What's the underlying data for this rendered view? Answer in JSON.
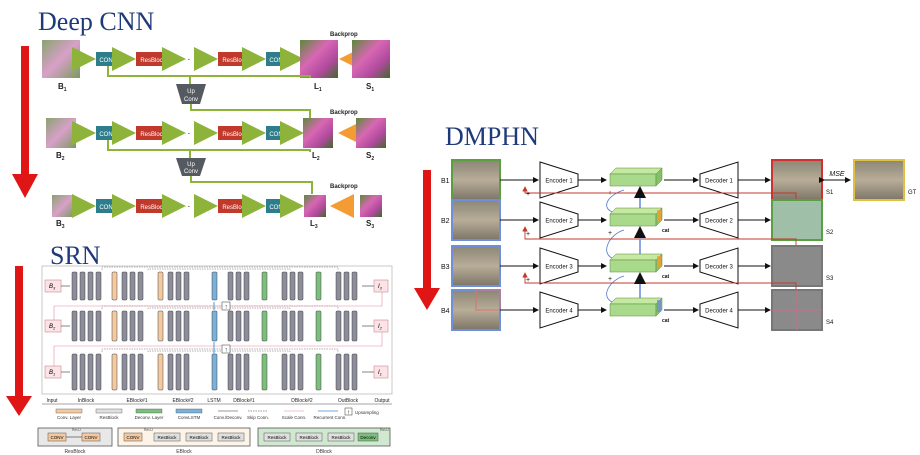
{
  "colors": {
    "red_arrow": "#e01515",
    "conv_box": "#2e7d8c",
    "resblock_box": "#c0392b",
    "green_arrow": "#8db33b",
    "orange_arrow": "#f39c34",
    "srn_gray": "#8c8c9a",
    "srn_peach": "#f5c9a0",
    "srn_green": "#7cbf7c",
    "srn_blue": "#7ab0da",
    "dmphn_green": "#92d050",
    "dmphn_blue": "#6f8fd8"
  },
  "deep_cnn": {
    "title": "Deep CNN",
    "rows": [
      {
        "input": "B",
        "input_sub": "1",
        "output": "L",
        "output_sub": "1",
        "sharp": "S",
        "sharp_sub": "1"
      },
      {
        "input": "B",
        "input_sub": "2",
        "output": "L",
        "output_sub": "2",
        "sharp": "S",
        "sharp_sub": "2"
      },
      {
        "input": "B",
        "input_sub": "3",
        "output": "L",
        "output_sub": "3",
        "sharp": "S",
        "sharp_sub": "3"
      }
    ],
    "conv": "CONV",
    "resblock": "ResBlock",
    "dots": "· · ·",
    "upconv_top": "Up",
    "upconv_bottom": "Conv",
    "backprop": "Backprop"
  },
  "srn": {
    "title": "SRN",
    "inputs": [
      {
        "main": "B",
        "sub": "3"
      },
      {
        "main": "B",
        "sub": "2"
      },
      {
        "main": "B",
        "sub": "1"
      }
    ],
    "outputs": [
      {
        "main": "I",
        "sub": "3"
      },
      {
        "main": "I",
        "sub": "2"
      },
      {
        "main": "I",
        "sub": "1"
      }
    ],
    "stage_labels": [
      "Input",
      "InBlock",
      "EBlock#1",
      "EBlock#2",
      "LSTM",
      "DBlock#1",
      "DBlock#2",
      "OutBlock",
      "Output"
    ],
    "legend": [
      "Conv. Layer",
      "ResBlock",
      "Deconv. Layer",
      "ConvLSTM",
      "Conv./Deconv.",
      "Skip Conn.",
      "Scale Conn.",
      "Recurrent Conn.",
      "Upsampling"
    ],
    "detail_captions": [
      "ResBlock",
      "EBlock",
      "DBlock"
    ],
    "detail_conv": "CONV",
    "detail_relu": "ReLU",
    "detail_resblock": "ResBlock",
    "detail_deconv": "Deconv"
  },
  "dmphn": {
    "title": "DMPHN",
    "inputs": [
      "B1",
      "B2",
      "B3",
      "B4"
    ],
    "encoders": [
      "Encoder 1",
      "Encoder 2",
      "Encoder 3",
      "Encoder 4"
    ],
    "decoders": [
      "Decoder 1",
      "Decoder 2",
      "Decoder 3",
      "Decoder 4"
    ],
    "outputs": [
      "S1",
      "S2",
      "S3",
      "S4"
    ],
    "plus": "+",
    "cat": "cat",
    "mse": "MSE",
    "gt": "GT"
  }
}
